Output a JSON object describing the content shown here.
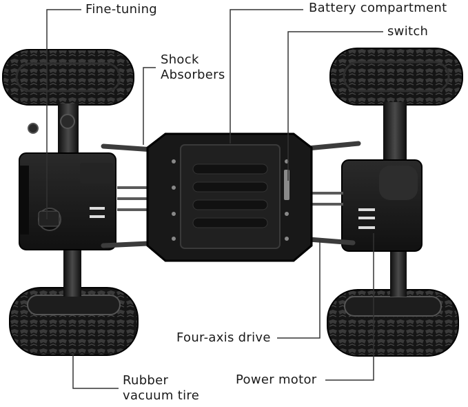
{
  "labels": {
    "fine_tuning": "Fine-tuning",
    "battery_compartment": "Battery compartment",
    "switch": "switch",
    "shock_absorbers": [
      "Shock",
      "Absorbers"
    ],
    "four_axis_drive": "Four-axis drive",
    "rubber_vacuum_tire": [
      "Rubber",
      "vacuum tire"
    ],
    "power_motor": "Power motor"
  },
  "colors": {
    "background": "#ffffff",
    "text": "#1a1a1a",
    "leader_line": "#333333",
    "tire": "#141414",
    "chassis": "#1c1c1c"
  }
}
